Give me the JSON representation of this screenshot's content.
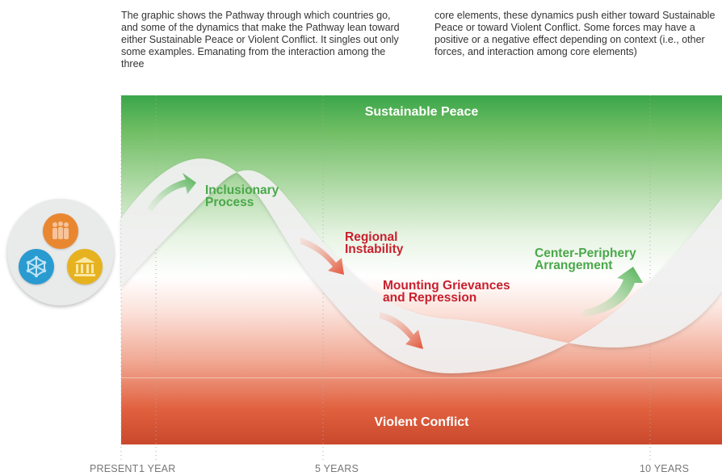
{
  "intro": {
    "left": "The graphic shows the Pathway through which countries go, and some of the dynamics that make the Pathway lean toward either Sustainable Peace or Violent Conflict. It singles out only some examples. Emanating from the interaction among the three",
    "right": "core elements, these dynamics push either toward Sustainable Peace or toward Violent Conflict. Some forces may have a positive or a negative effect depending on context (i.e., other forces, and interaction among core elements)"
  },
  "regions": {
    "top": "Sustainable Peace",
    "bottom": "Violent Conflict"
  },
  "dynamics": [
    {
      "line1": "Inclusionary",
      "line2": "Process",
      "direction": "up"
    },
    {
      "line1": "Regional",
      "line2": "Instability",
      "direction": "down"
    },
    {
      "line1": "Mounting Grievances",
      "line2": "and Repression",
      "direction": "down"
    },
    {
      "line1": "Center-Periphery",
      "line2": "Arrangement",
      "direction": "up"
    }
  ],
  "timeline": [
    "PRESENT",
    "1 YEAR",
    "5 YEARS",
    "10 YEARS"
  ],
  "core_elements": [
    "people-icon",
    "network-icon",
    "institution-icon"
  ],
  "colors": {
    "peace": "#3aa64a",
    "conflict": "#c9482d",
    "positive_text": "#4aa84a",
    "negative_text": "#c8202e",
    "core_orange": "#e98731",
    "core_blue": "#2a9bd0",
    "core_gold": "#e6b21f"
  }
}
